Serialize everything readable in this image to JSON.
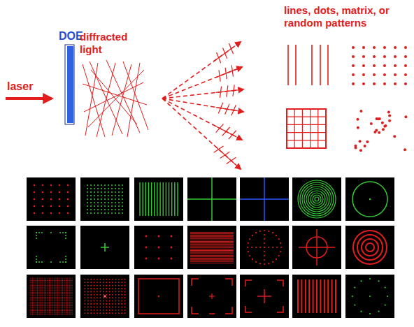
{
  "diagram": {
    "labels": [
      "laser",
      "DOE",
      "diffracted light",
      "lines, dots, matrix, or random patterns"
    ]
  }
}
